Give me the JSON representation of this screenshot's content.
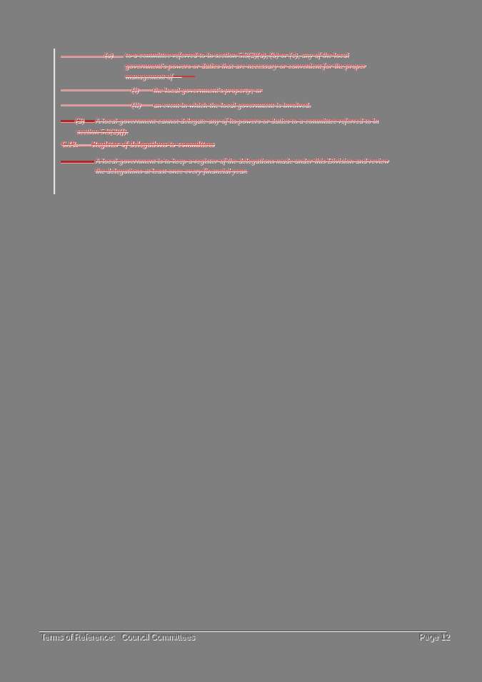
{
  "document": {
    "para_e": {
      "label": "(e)",
      "line1": "to a committee referred to in section 5.9(2)(a), (b) or (c), any of the local",
      "line2": "government's powers or duties that are necessary or convenient for the proper",
      "line3": "management of —"
    },
    "para_i": {
      "label": "(i)",
      "text": "the local government's property; or"
    },
    "para_ii": {
      "label": "(ii)",
      "text": "an event in which the local government is involved."
    },
    "para_2": {
      "label": "(2)",
      "line1": "A local government cannot delegate any of its powers or duties to a committee referred to in",
      "line2": "section 5.9(2)(f)."
    },
    "heading": {
      "number": "6.18.",
      "title": "Register of delegations to committees"
    },
    "para_register": {
      "line1": "A local government is to keep a register of the delegations made under this Division and review",
      "line2": "the delegations at least once every financial year."
    }
  },
  "footer": {
    "left": "Terms of Reference:   Council Committees",
    "right": "Page 12"
  },
  "colors": {
    "canvas_background": "#7f7f7f",
    "deleted_text": "#e2413c",
    "strike_dark": "#c41f1f",
    "strike_light": "#ef8e8a",
    "footer_emboss_highlight": "#fafafa",
    "footer_emboss_shadow": "#555555"
  }
}
